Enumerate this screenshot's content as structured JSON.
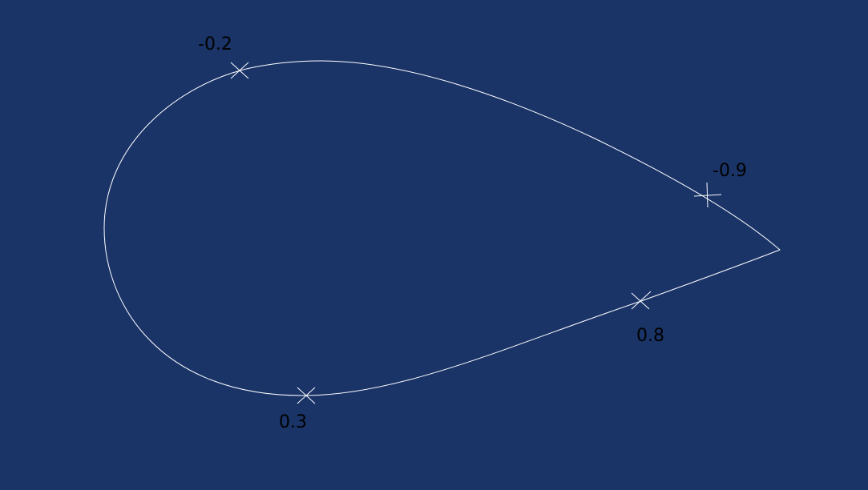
{
  "colors": {
    "background": "#1a3468",
    "outline": "#ffffff",
    "label": "#000000"
  },
  "markers": [
    {
      "id": "top-left",
      "label": "-0.2",
      "style": "cross-x"
    },
    {
      "id": "upper-right",
      "label": "-0.9",
      "style": "cross-plus"
    },
    {
      "id": "lower-right",
      "label": "0.8",
      "style": "cross-x"
    },
    {
      "id": "bottom",
      "label": "0.3",
      "style": "cross-x"
    }
  ]
}
